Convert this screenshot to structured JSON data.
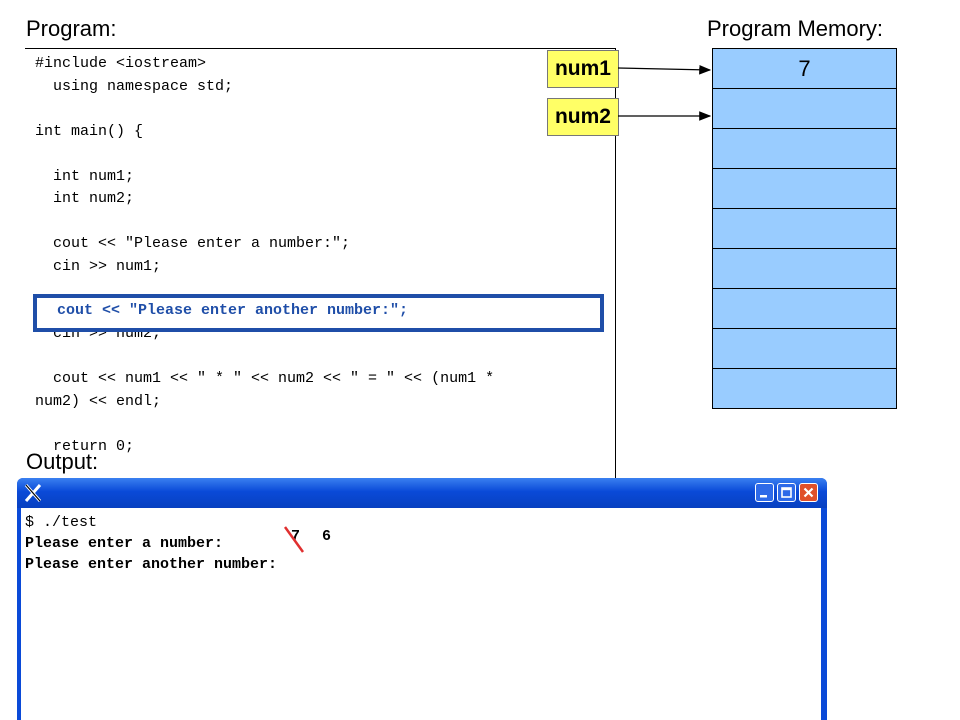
{
  "labels": {
    "program": "Program:",
    "memory": "Program Memory:",
    "output": "Output:"
  },
  "code": {
    "lines": [
      "#include <iostream>",
      "  using namespace std;",
      "",
      "int main() {",
      "",
      "  int num1;",
      "  int num2;",
      "",
      "  cout << \"Please enter a number:\";",
      "  cin >> num1;",
      "",
      "",
      "  cin >> num2;",
      "",
      "  cout << num1 << \" * \" << num2 << \" = \" << (num1 *",
      "num2) << endl;",
      "",
      "  return 0;"
    ],
    "highlighted_line": "cout << \"Please enter another number:\";"
  },
  "variables": [
    {
      "name": "num1"
    },
    {
      "name": "num2"
    }
  ],
  "memory_cells": [
    "7",
    "",
    "",
    "",
    "",
    "",
    "",
    "",
    ""
  ],
  "terminal": {
    "line1": "$ ./test",
    "line2_prompt": "Please enter a number: ",
    "struck_input": "7",
    "new_input": "6",
    "line3": "Please enter another number:"
  },
  "colors": {
    "variable_box": "#ffff66",
    "memory_cell": "#99ccff",
    "highlight": "#1f4ea8",
    "window_titlebar": "#0a4ad8",
    "strike": "#e03030"
  }
}
